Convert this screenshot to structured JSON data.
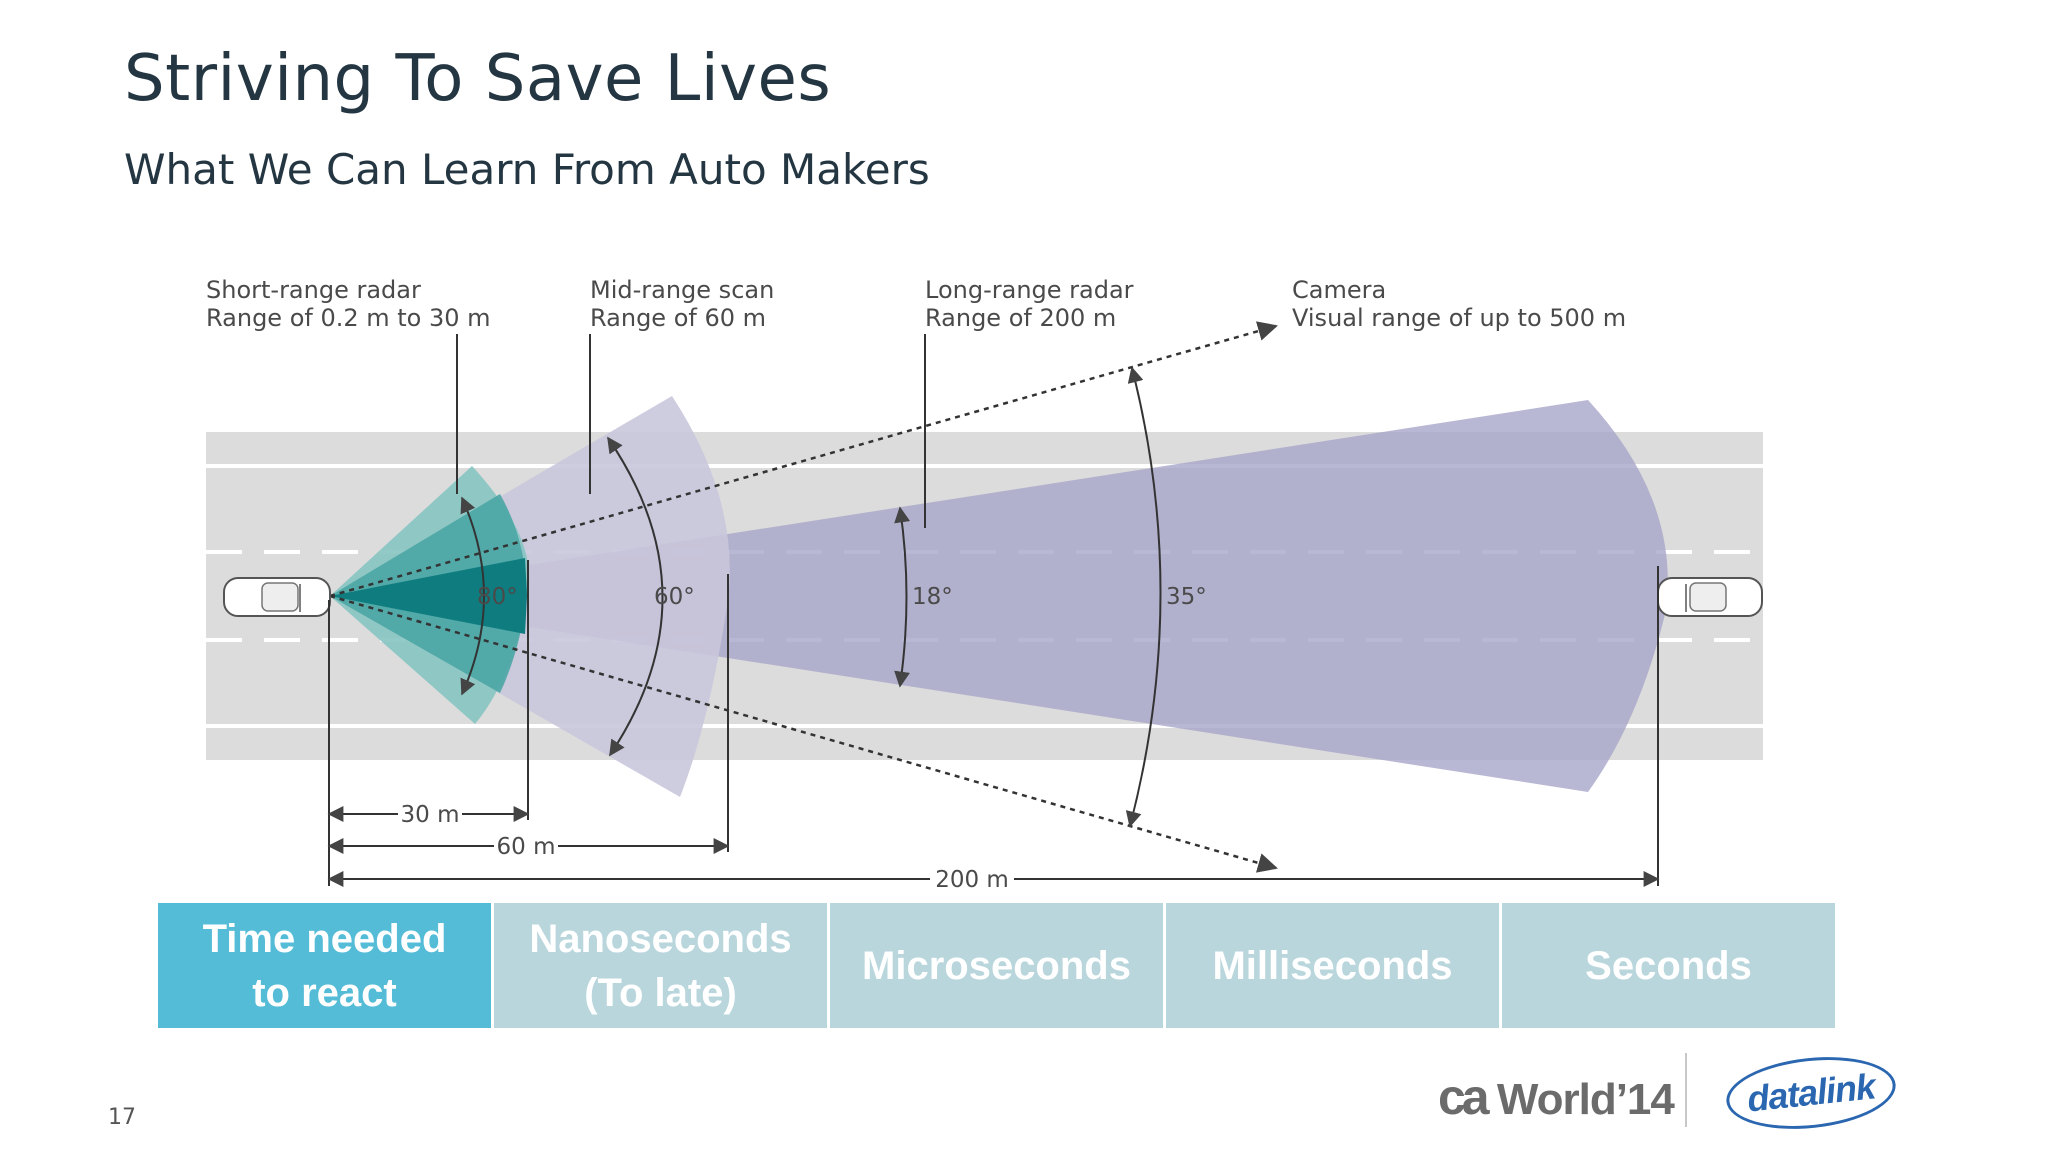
{
  "slide": {
    "title": "Striving To Save Lives",
    "subtitle": "What We Can Learn From Auto Makers",
    "page_number": "17"
  },
  "diagram": {
    "sensors": [
      {
        "name": "Short-range radar",
        "range": "Range of 0.2 m to 30 m",
        "angle": "80°"
      },
      {
        "name": "Mid-range scan",
        "range": "Range of 60 m",
        "angle": "60°"
      },
      {
        "name": "Long-range radar",
        "range": "Range of 200 m",
        "angle": "18°"
      },
      {
        "name": "Camera",
        "range": "Visual range of up to 500 m",
        "angle": "35°"
      }
    ],
    "distances": [
      "30 m",
      "60 m",
      "200 m"
    ],
    "colors": {
      "road": "#d9d9d9",
      "short_range": "#0f7d80",
      "mid_range": "#c9c6dc",
      "long_range": "#a7a6c9"
    }
  },
  "timeline": {
    "cells": [
      {
        "label": "Time needed\nto react",
        "highlight": true
      },
      {
        "label": "Nanoseconds\n(To late)",
        "highlight": false
      },
      {
        "label": "Microseconds",
        "highlight": false
      },
      {
        "label": "Milliseconds",
        "highlight": false
      },
      {
        "label": "Seconds",
        "highlight": false
      }
    ]
  },
  "logos": {
    "ca_world": {
      "ca": "ca",
      "text": "World",
      "year": "’14"
    },
    "datalink": "datalink"
  }
}
